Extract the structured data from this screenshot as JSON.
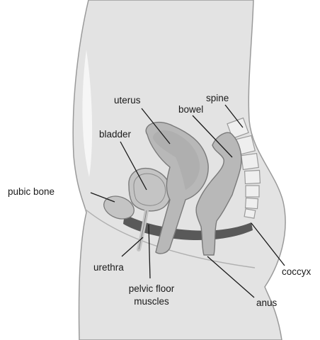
{
  "labels": {
    "uterus": "uterus",
    "bowel": "bowel",
    "spine": "spine",
    "bladder": "bladder",
    "pubic_bone": "pubic bone",
    "urethra": "urethra",
    "pelvic_floor_line1": "pelvic floor",
    "pelvic_floor_line2": "muscles",
    "coccyx": "coccyx",
    "anus": "anus"
  },
  "colors": {
    "body_fill": "#e3e3e3",
    "body_outline": "#9a9a9a",
    "organ_fill": "#b8b8b8",
    "organ_outline": "#7a7a7a",
    "bone_fill": "#efefef",
    "muscle": "#595959",
    "label_text": "#1a1a1a"
  }
}
